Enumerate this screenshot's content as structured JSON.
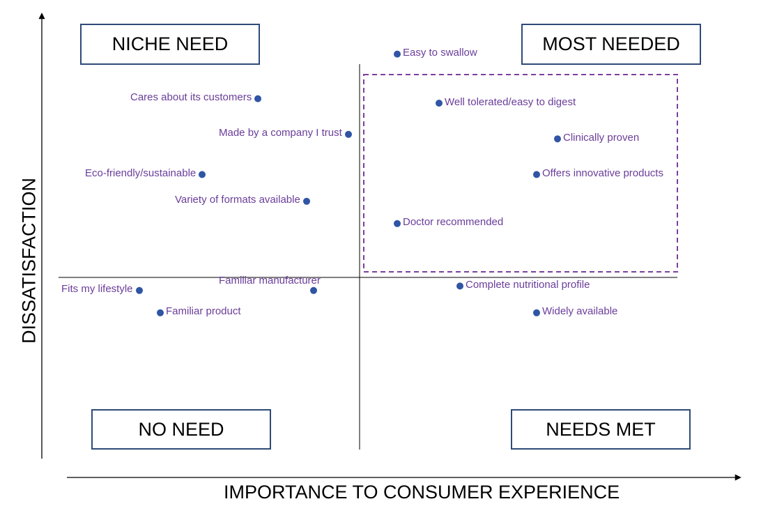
{
  "quadrants": {
    "top_left": "NICHE NEED",
    "top_right": "MOST NEEDED",
    "bottom_left": "NO NEED",
    "bottom_right": "NEEDS MET"
  },
  "colors": {
    "point": "#2f55a4",
    "label": "#6a3d9a",
    "box_border": "#2e4a78",
    "highlight_border": "#7b3f9e"
  },
  "chart_data": {
    "type": "scatter",
    "xlabel": "IMPORTANCE TO CONSUMER EXPERIENCE",
    "ylabel": "DISSATISFACTION",
    "xlim": [
      0,
      100
    ],
    "ylim": [
      0,
      100
    ],
    "points": [
      {
        "label": "Easy to swallow",
        "x": 51,
        "y": 91,
        "label_side": "right"
      },
      {
        "label": "Cares about its customers",
        "x": 31,
        "y": 81,
        "label_side": "left"
      },
      {
        "label": "Well tolerated/easy to digest",
        "x": 57,
        "y": 80,
        "label_side": "right"
      },
      {
        "label": "Made by a company I trust",
        "x": 44,
        "y": 73,
        "label_side": "left"
      },
      {
        "label": "Clinically proven",
        "x": 74,
        "y": 72,
        "label_side": "right"
      },
      {
        "label": "Eco-friendly/sustainable",
        "x": 23,
        "y": 64,
        "label_side": "left"
      },
      {
        "label": "Offers innovative products",
        "x": 71,
        "y": 64,
        "label_side": "right"
      },
      {
        "label": "Variety of formats available",
        "x": 38,
        "y": 58,
        "label_side": "left"
      },
      {
        "label": "Doctor recommended",
        "x": 51,
        "y": 53,
        "label_side": "right"
      },
      {
        "label": "Fits my lifestyle",
        "x": 14,
        "y": 38,
        "label_side": "left"
      },
      {
        "label": "Familiar manufacturer",
        "x": 39,
        "y": 38,
        "label_side": "above-left"
      },
      {
        "label": "Complete nutritional profile",
        "x": 60,
        "y": 39,
        "label_side": "right"
      },
      {
        "label": "Familiar product",
        "x": 17,
        "y": 33,
        "label_side": "right"
      },
      {
        "label": "Widely available",
        "x": 71,
        "y": 33,
        "label_side": "right"
      }
    ],
    "highlight_region": {
      "quadrant": "top-right",
      "style": "dashed"
    },
    "grid": false,
    "legend": "none"
  }
}
